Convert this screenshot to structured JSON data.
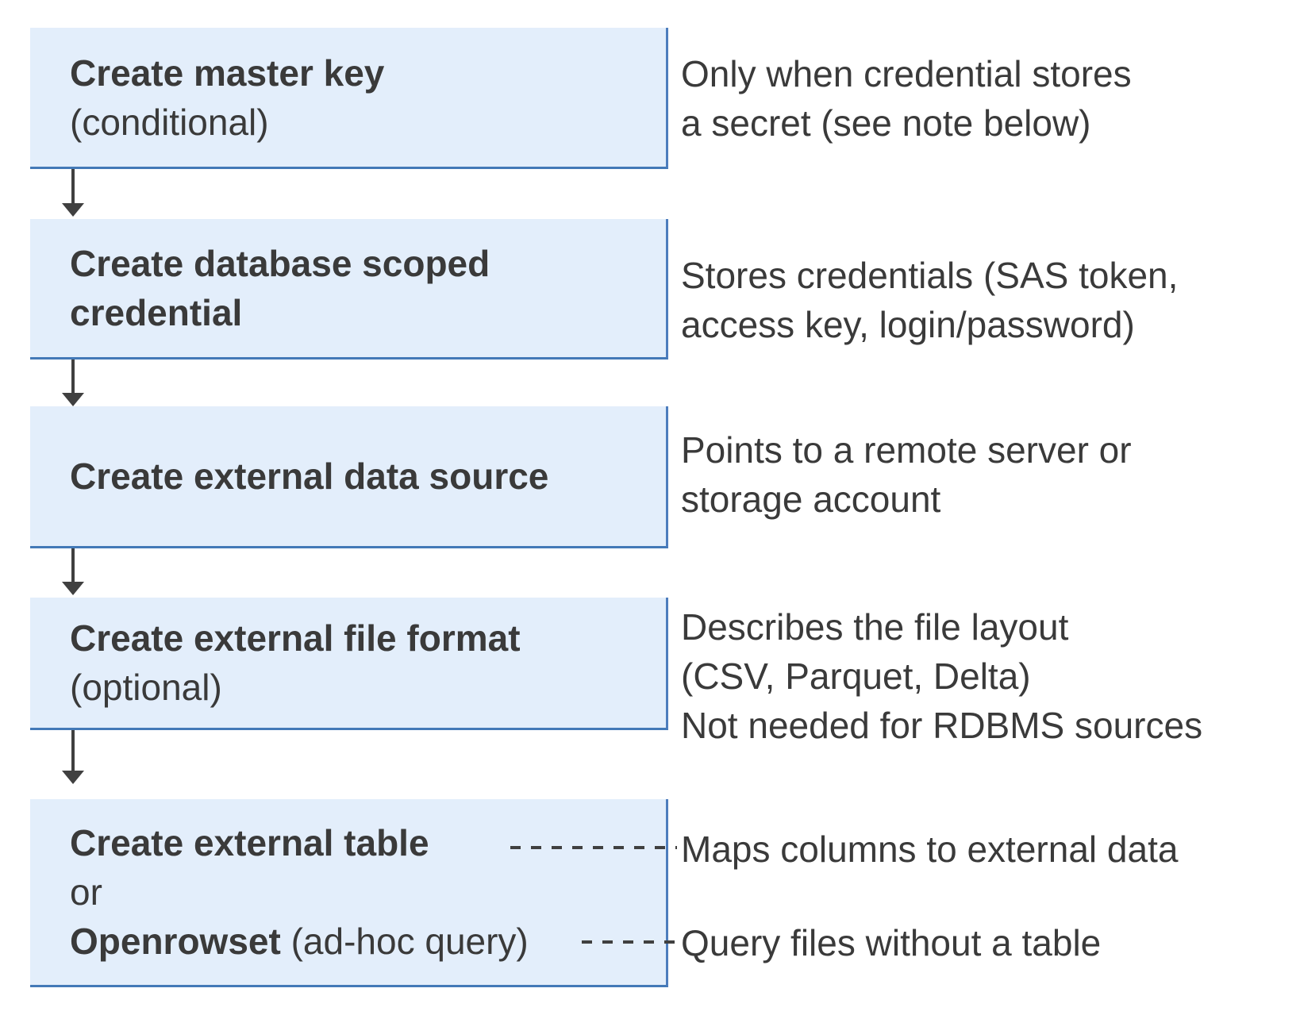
{
  "diagram": {
    "flow_boxes": [
      {
        "title": "Create master key",
        "qualifier": "(conditional)"
      },
      {
        "title_line1": "Create database scoped",
        "title_line2": "credential"
      },
      {
        "title": "Create external data source"
      },
      {
        "title": "Create external file format",
        "qualifier": "(optional)"
      },
      {
        "title": "Create external table",
        "connector_word": "or",
        "alt_title": "Openrowset",
        "alt_suffix": " (ad-hoc query)"
      }
    ],
    "annotations": [
      {
        "lines": [
          "Only when credential stores",
          "a secret (see note below)"
        ]
      },
      {
        "lines": [
          "Stores credentials (SAS token,",
          "access key, login/password)"
        ]
      },
      {
        "lines": [
          "Points to a remote server or",
          "storage account"
        ]
      },
      {
        "lines": [
          "Describes the file layout",
          "(CSV, Parquet, Delta)",
          "Not needed for RDBMS sources"
        ]
      },
      {
        "lines": [
          "Maps columns to external data"
        ]
      },
      {
        "lines": [
          "Query files without a table"
        ]
      }
    ],
    "colors": {
      "box_fill": "#e3eefb",
      "box_border_bottom": "#4379b7",
      "box_border_right": "#4d7dbd",
      "text": "#3a3a3a",
      "arrow": "#404040"
    }
  }
}
